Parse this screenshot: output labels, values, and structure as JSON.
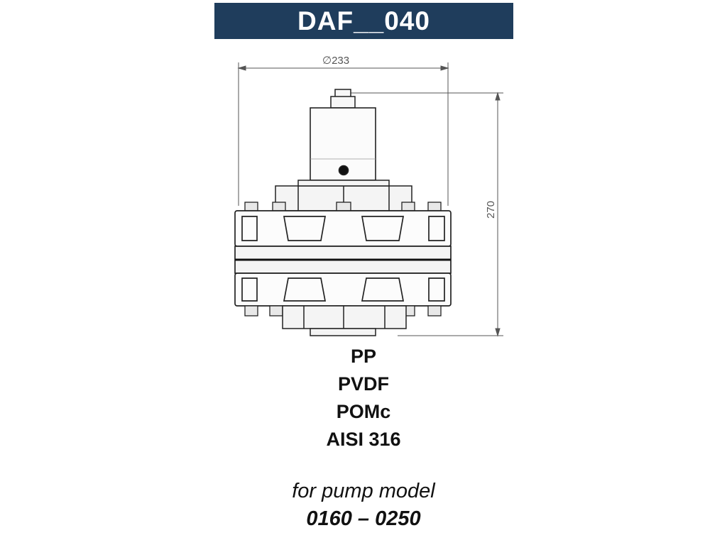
{
  "header": {
    "title": "DAF__040"
  },
  "drawing": {
    "diameter_label": "∅233",
    "height_label": "270"
  },
  "materials": [
    "PP",
    "PVDF",
    "POMc",
    "AISI 316"
  ],
  "pump": {
    "caption": "for pump model",
    "range": "0160 – 0250"
  },
  "colors": {
    "banner": "#1f3d5c",
    "banner_text": "#ffffff",
    "body_text": "#111111",
    "line": "#222222",
    "fill": "#f2f2f2"
  }
}
